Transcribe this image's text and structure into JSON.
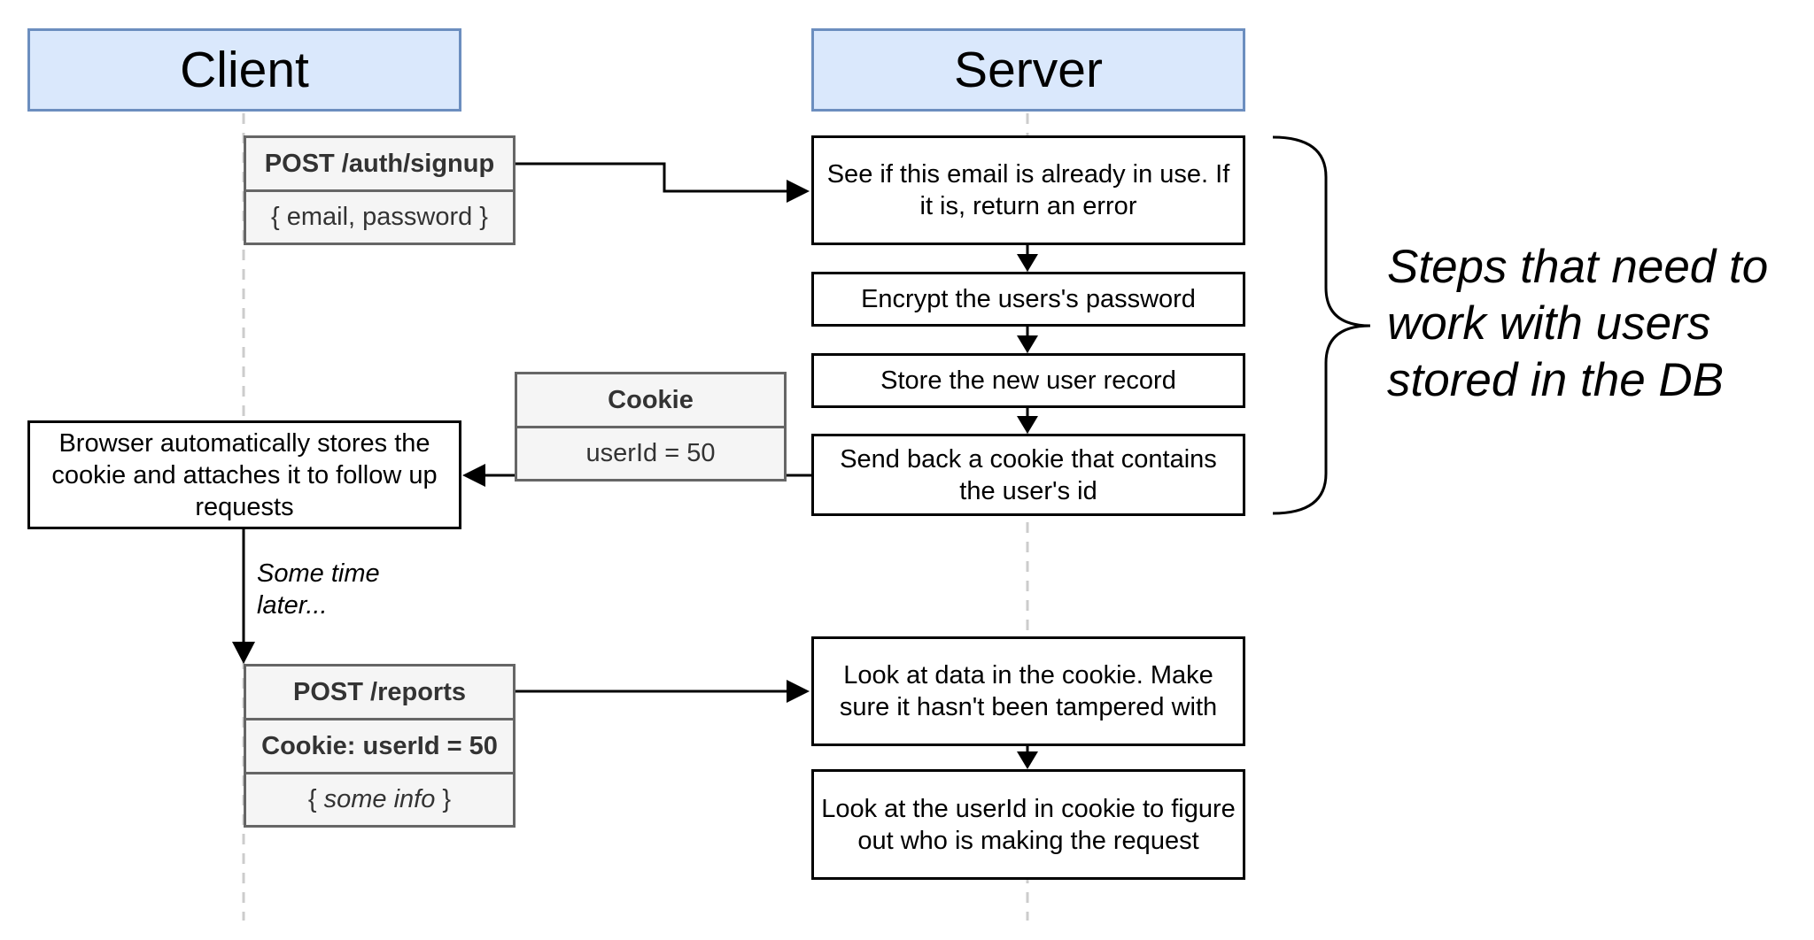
{
  "lanes": {
    "client": "Client",
    "server": "Server"
  },
  "signup_request": {
    "title": "POST /auth/signup",
    "body": "{ email, password }"
  },
  "server_steps": [
    "See if this email is already in use. If it is, return an error",
    "Encrypt the users's password",
    "Store the new user record",
    "Send back a cookie that contains the user's id"
  ],
  "cookie": {
    "title": "Cookie",
    "value": "userId = 50"
  },
  "browser_box": "Browser automatically stores the cookie and attaches it to follow up requests",
  "time_note": {
    "line1": "Some time",
    "line2": "later..."
  },
  "reports_request": {
    "title": "POST /reports",
    "cookie": "Cookie: userId = 50",
    "body_prefix": "{ ",
    "body_italic": "some info",
    "body_suffix": " }"
  },
  "server_checks": [
    "Look at data in the cookie. Make sure it hasn't been tampered with",
    "Look at the userId in cookie to figure out who is making the request"
  ],
  "brace_note": {
    "line1": "Steps that need to",
    "line2": "work with users",
    "line3": "stored in the DB"
  }
}
